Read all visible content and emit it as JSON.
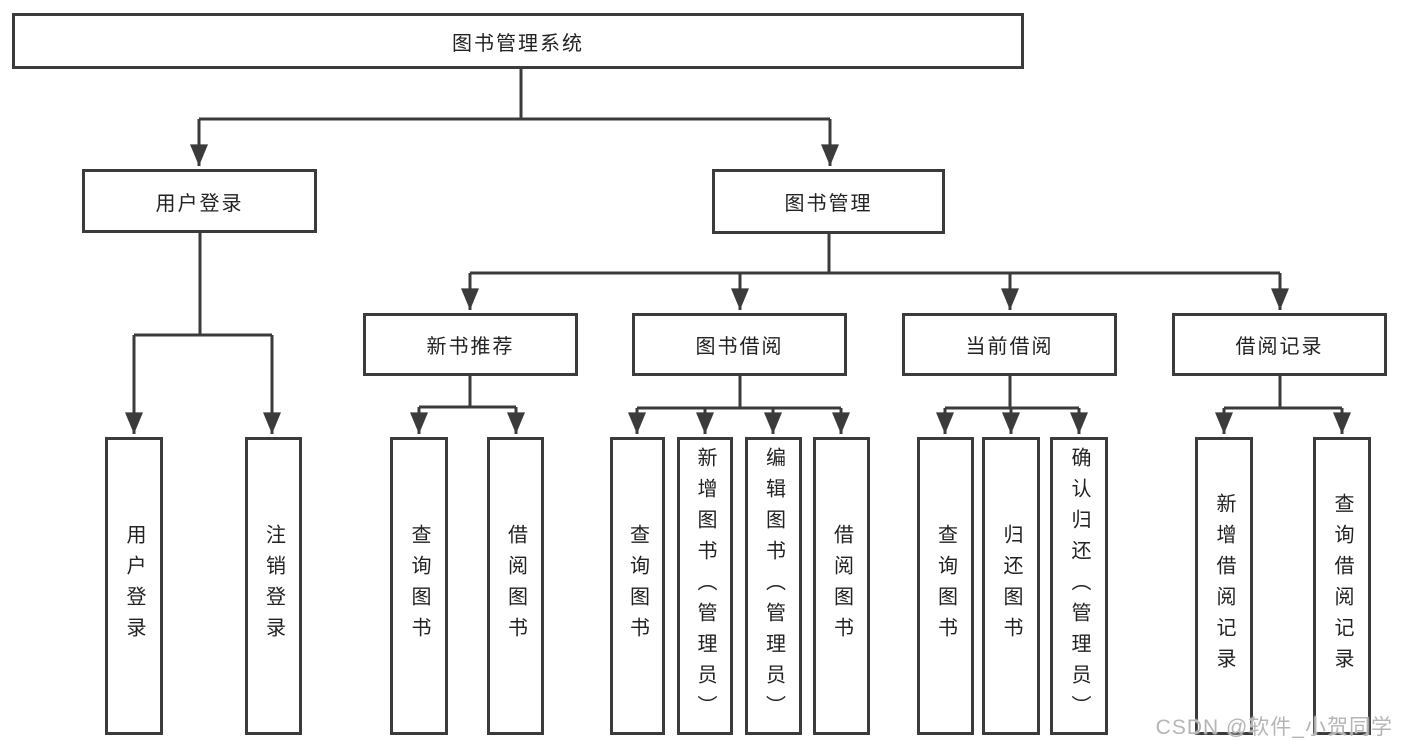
{
  "diagram": {
    "root": "图书管理系统",
    "level2": {
      "user_login": "用户登录",
      "book_management": "图书管理"
    },
    "level3": {
      "new_book": "新书推荐",
      "book_borrow": "图书借阅",
      "current_borrow": "当前借阅",
      "borrow_records": "借阅记录"
    },
    "leaves": {
      "user_login": "用户登录",
      "logout": "注销登录",
      "nb_search": "查询图书",
      "nb_borrow": "借阅图书",
      "bb_search": "查询图书",
      "bb_add": "新增图书（管理员）",
      "bb_edit": "编辑图书（管理员）",
      "bb_borrow": "借阅图书",
      "cb_search": "查询图书",
      "cb_return": "归还图书",
      "cb_confirm": "确认归还（管理员）",
      "br_add": "新增借阅记录",
      "br_search": "查询借阅记录"
    }
  },
  "watermark": {
    "text": "CSDN @软件_小贺同学"
  },
  "colors": {
    "line": "#3b3b3b",
    "text": "#222222",
    "watermark": "#b5b5b5",
    "background": "#ffffff"
  }
}
